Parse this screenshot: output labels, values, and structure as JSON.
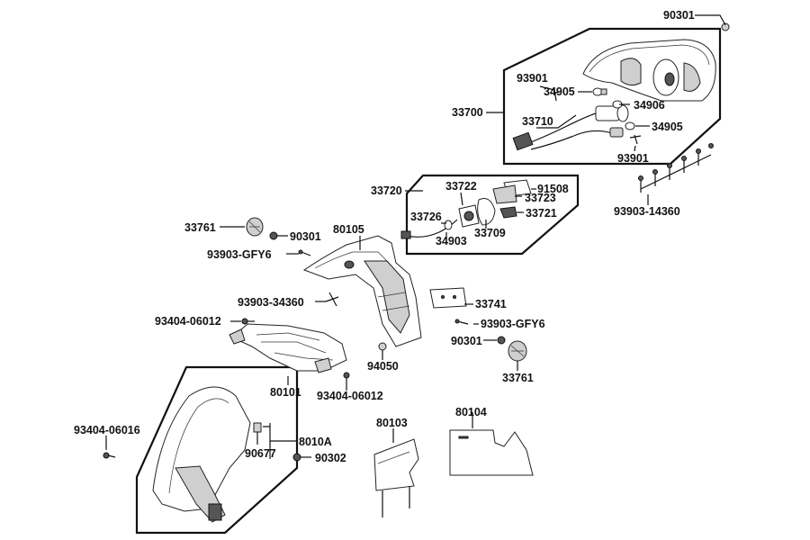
{
  "labels": {
    "p90301_top": "90301",
    "p93901_a": "93901",
    "p34905_a": "34905",
    "p34906": "34906",
    "p33700": "33700",
    "p33710": "33710",
    "p34905_b": "34905",
    "p93901_b": "93901",
    "p33720": "33720",
    "p33722": "33722",
    "p91508": "91508",
    "p33723": "33723",
    "p33721": "33721",
    "p33726": "33726",
    "p34903": "34903",
    "p33709": "33709",
    "p93903_14360": "93903-14360",
    "p33761_a": "33761",
    "p90301_a": "90301",
    "p80105": "80105",
    "p93903_gfy6_a": "93903-GFY6",
    "p93903_34360": "93903-34360",
    "p33741": "33741",
    "p93404_06012_a": "93404-06012",
    "p93903_gfy6_b": "93903-GFY6",
    "p90301_b": "90301",
    "p94050": "94050",
    "p33761_b": "33761",
    "p80101": "80101",
    "p93404_06012_b": "93404-06012",
    "p93404_06016": "93404-06016",
    "p8010A": "8010A",
    "p90677": "90677",
    "p90302": "90302",
    "p80103": "80103",
    "p80104": "80104"
  }
}
